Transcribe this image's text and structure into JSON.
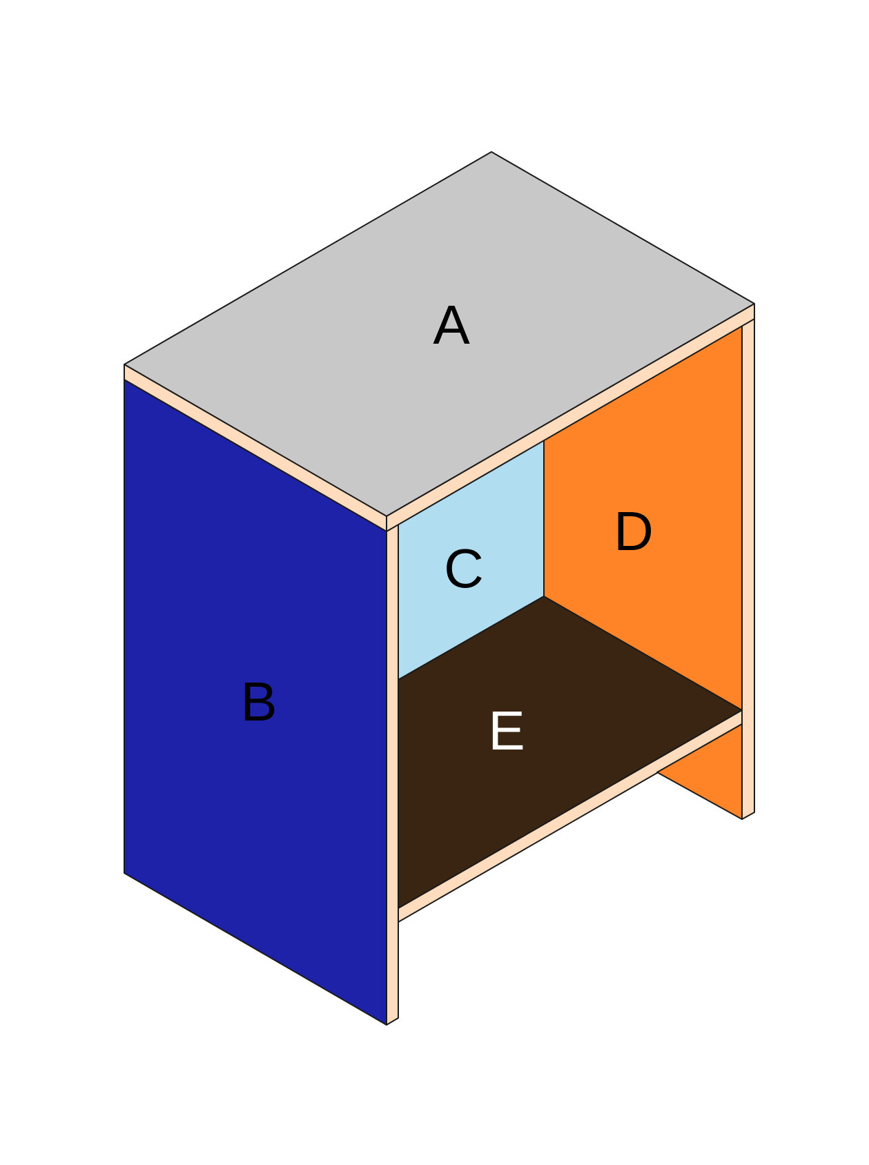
{
  "diagram": {
    "panels": {
      "top": {
        "label": "A",
        "color": "#c8c8c8",
        "label_color": "#000000"
      },
      "left_side": {
        "label": "B",
        "color": "#1e22a8",
        "label_color": "#000000"
      },
      "back": {
        "label": "C",
        "color": "#b0ddf0",
        "label_color": "#000000"
      },
      "right_side": {
        "label": "D",
        "color": "#ff8428",
        "label_color": "#000000"
      },
      "shelf": {
        "label": "E",
        "color": "#3a2412",
        "label_color": "#ffffff"
      }
    },
    "edge_color": "#ffdcbe",
    "outline_color": "#1a1a1a"
  }
}
